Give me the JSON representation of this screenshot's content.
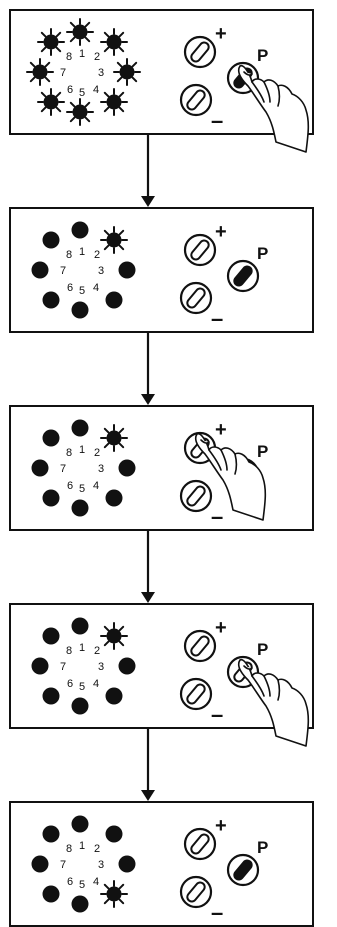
{
  "colors": {
    "ink": "#111111",
    "paper": "#ffffff"
  },
  "led_numbers": [
    "1",
    "2",
    "3",
    "4",
    "5",
    "6",
    "7",
    "8"
  ],
  "button_labels": {
    "plus": "+",
    "minus": "–",
    "program": "P"
  },
  "panels": [
    {
      "lit_leds": [
        1,
        2,
        3,
        4,
        5,
        6,
        7,
        8
      ],
      "hand_on": "program",
      "program_pressed": true
    },
    {
      "lit_leds": [
        2
      ],
      "hand_on": null,
      "program_pressed": true
    },
    {
      "lit_leds": [
        2
      ],
      "hand_on": "plus",
      "program_pressed": false
    },
    {
      "lit_leds": [
        2
      ],
      "hand_on": "program",
      "program_pressed": false
    },
    {
      "lit_leds": [
        4
      ],
      "hand_on": null,
      "program_pressed": true
    }
  ]
}
